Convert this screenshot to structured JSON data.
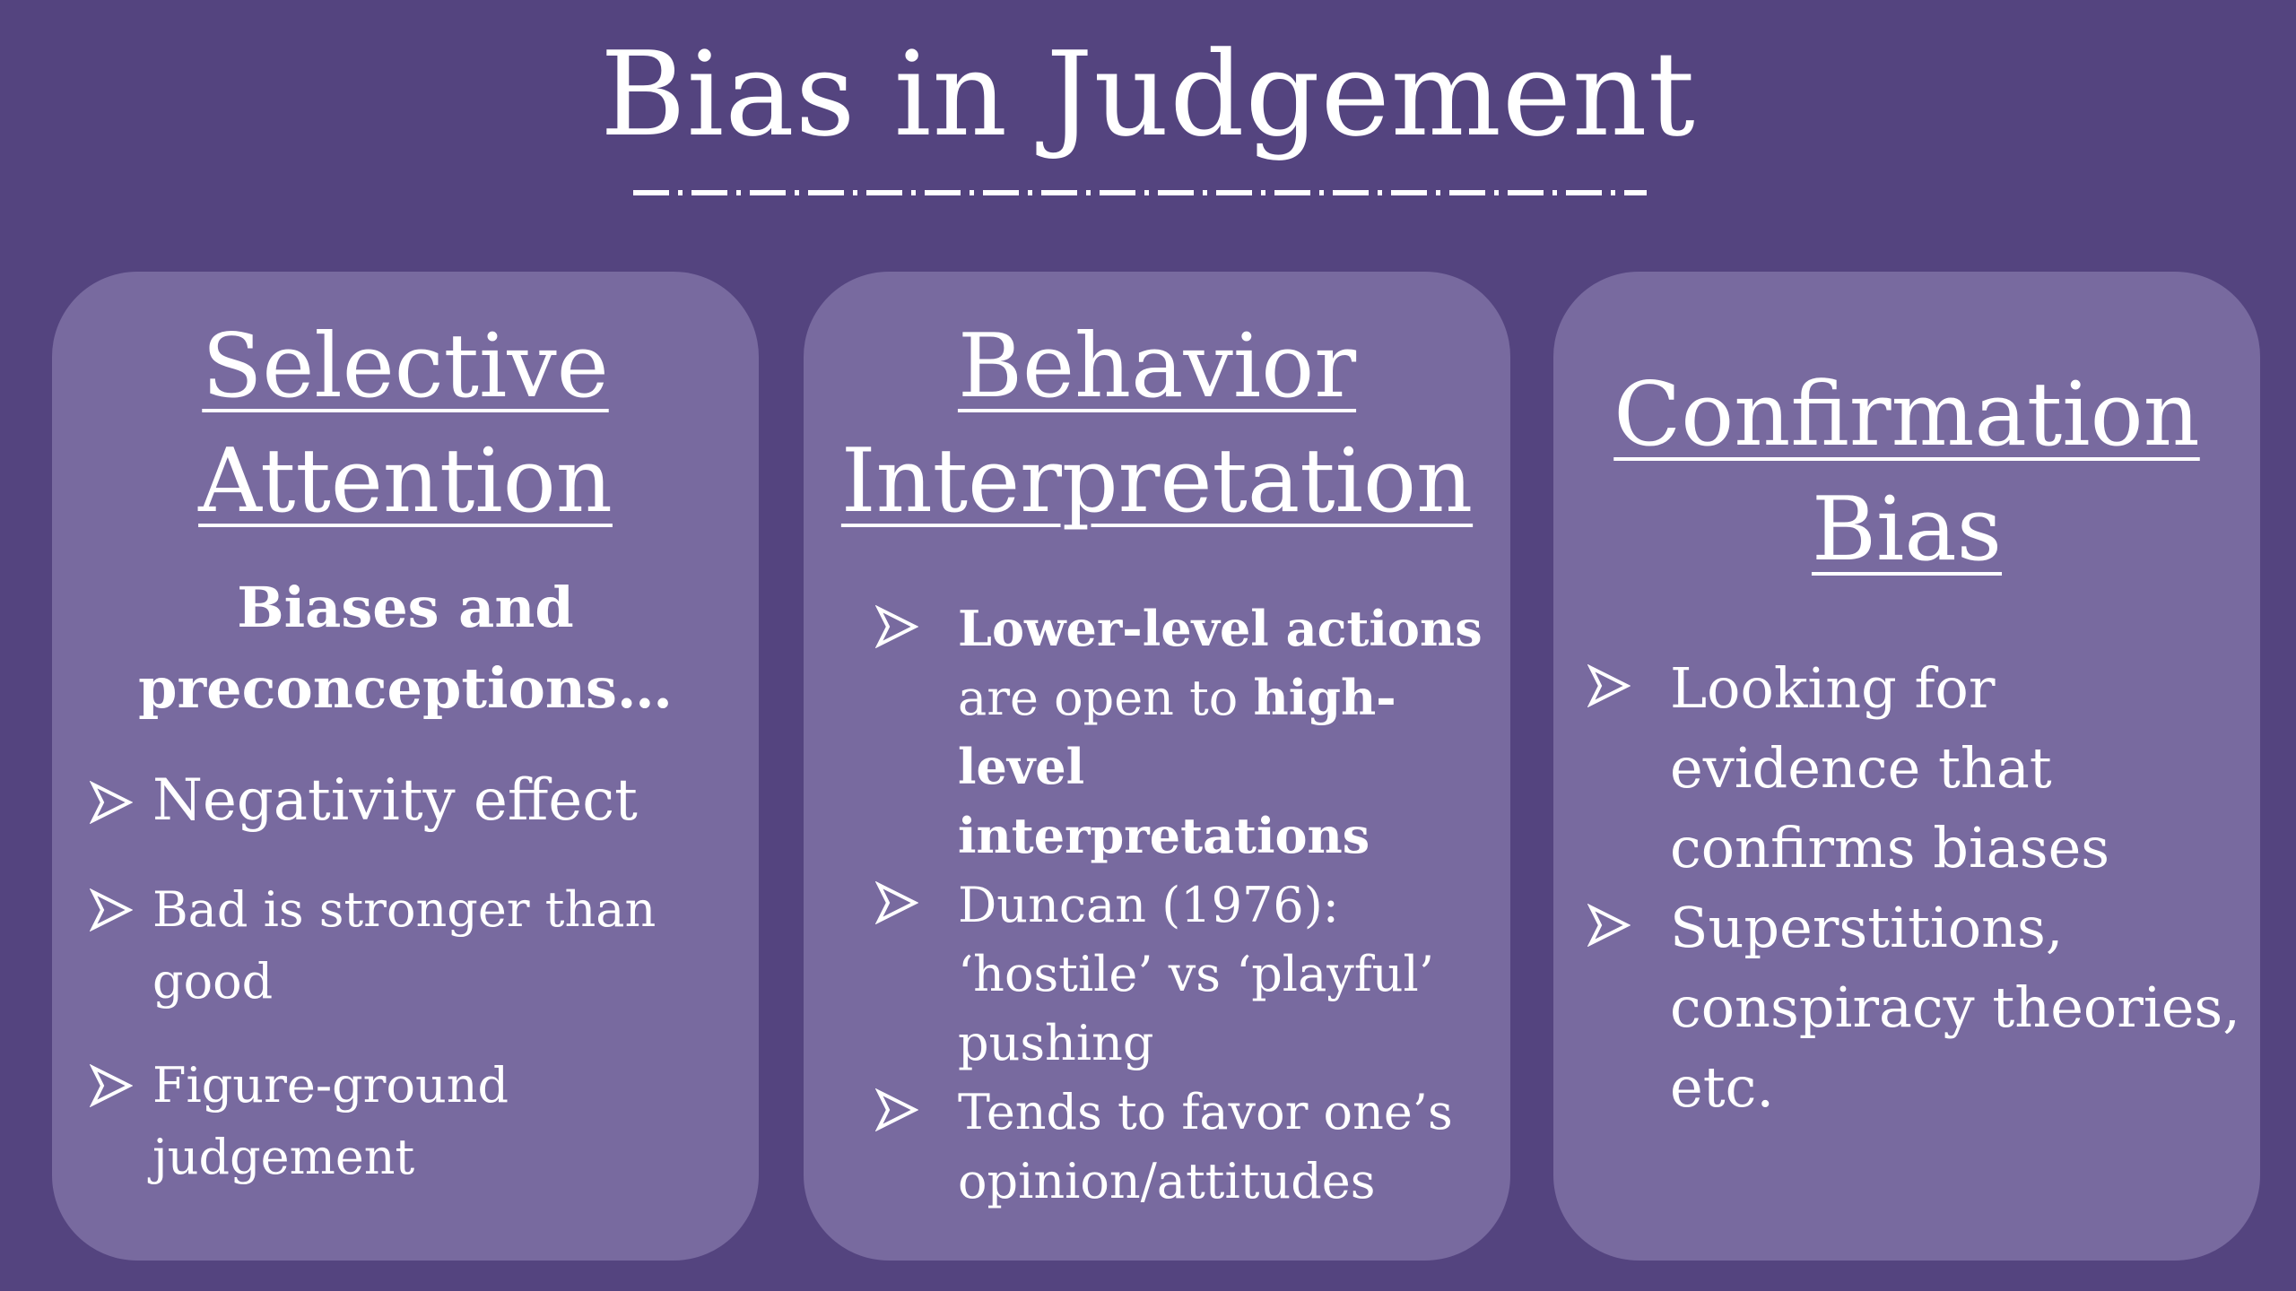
{
  "slide": {
    "title": "Bias in Judgement"
  },
  "cards": [
    {
      "heading_lines": [
        "Selective",
        "Attention"
      ],
      "lead_lines": [
        "Biases and",
        "preconceptions…"
      ],
      "bullets": [
        "Negativity effect",
        "Bad is stronger than good",
        "Figure-ground judgement"
      ]
    },
    {
      "heading_lines": [
        "Behavior",
        "Interpretation"
      ],
      "bullets": [
        {
          "bold_1": "Lower-level actions",
          "text_1": " are open to ",
          "bold_2": "high-level interpretations"
        },
        "Duncan (1976): ‘hostile’ vs ‘playful’ pushing",
        "Tends to favor one’s opinion/attitudes"
      ]
    },
    {
      "heading_lines": [
        "Confirmation",
        "Bias"
      ],
      "bullets": [
        "Looking for evidence that confirms biases",
        "Superstitions, conspiracy theories, etc."
      ]
    }
  ],
  "icons": {
    "bullet": "arrowhead-bullet-icon"
  },
  "colors": {
    "background": "#54447f",
    "card": "#786a9f",
    "text": "#ffffff"
  }
}
